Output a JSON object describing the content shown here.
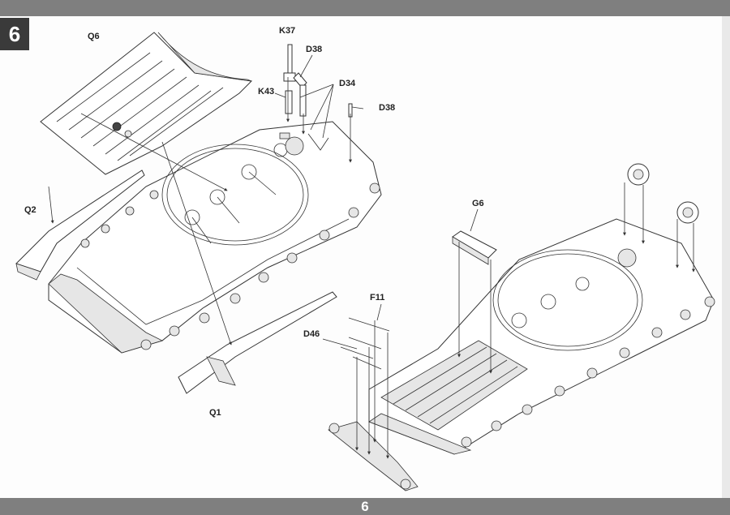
{
  "step": {
    "number": "6"
  },
  "page": {
    "number": "6"
  },
  "labels": {
    "q6": "Q6",
    "k37": "K37",
    "d38_top": "D38",
    "k43": "K43",
    "d34": "D34",
    "d38_right": "D38",
    "q2": "Q2",
    "q1": "Q1",
    "g6": "G6",
    "f11": "F11",
    "d46": "D46"
  },
  "colors": {
    "bar": "#7f7f7f",
    "step_box": "#3a3a3a",
    "line": "#333333"
  }
}
